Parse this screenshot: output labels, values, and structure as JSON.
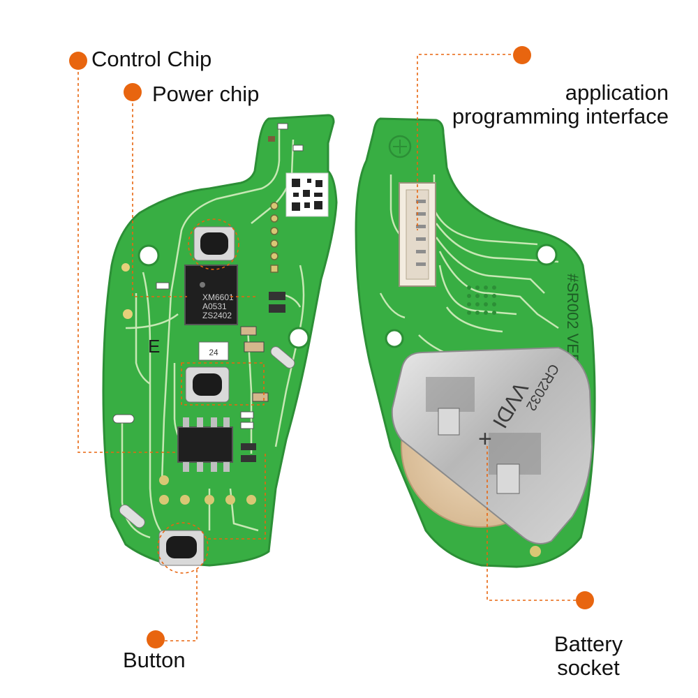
{
  "colors": {
    "callout": "#E8650F",
    "pcb": "#38AE43",
    "pcb_dark": "#2C8F36",
    "trace": "#C7E8B4",
    "text": "#111111"
  },
  "labels": {
    "control_chip": "Control Chip",
    "power_chip": "Power chip",
    "api_line1": "application",
    "api_line2": "programming interface",
    "button": "Button",
    "battery_line1": "Battery",
    "battery_line2": "socket"
  },
  "markings": {
    "board_id": "#SR002 VER2.0",
    "battery_type": "CR2032",
    "battery_mark": "VVDI",
    "chip_line1": "XM6601",
    "chip_line2": "A0531",
    "chip_line3": "ZS2402",
    "crystal": "24",
    "polarity": "+",
    "silk_letter": "E"
  },
  "icons": {
    "callout_marker": "orange-dot",
    "crystal_oscillator": "crystal-icon",
    "qr_label": "qr-code-icon"
  }
}
